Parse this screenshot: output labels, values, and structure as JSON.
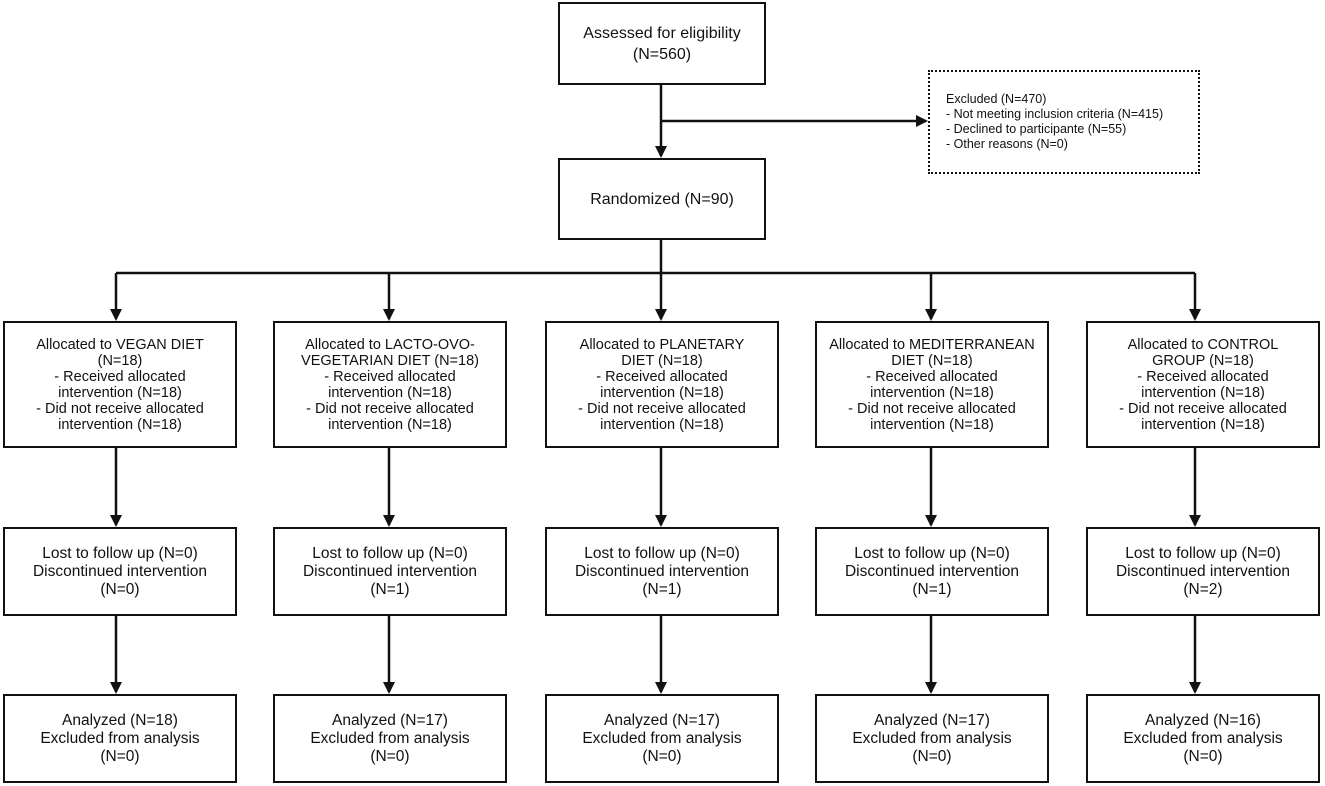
{
  "eligibility": {
    "line1": "Assessed for eligibility",
    "line2": "(N=560)"
  },
  "excluded": {
    "lines": [
      "Excluded (N=470)",
      "- Not meeting inclusion criteria (N=415)",
      "- Declined to participante (N=55)",
      "- Other reasons (N=0)"
    ]
  },
  "randomized": {
    "label": "Randomized (N=90)"
  },
  "arms": [
    {
      "allocation": [
        "Allocated to VEGAN DIET",
        "(N=18)",
        "- Received allocated",
        "intervention (N=18)",
        "- Did not receive allocated",
        "intervention (N=18)"
      ],
      "follow_up": [
        "Lost to follow up (N=0)",
        "Discontinued intervention",
        "(N=0)"
      ],
      "analysis": [
        "Analyzed (N=18)",
        "Excluded from analysis",
        "(N=0)"
      ]
    },
    {
      "allocation": [
        "Allocated to LACTO-OVO-",
        "VEGETARIAN  DIET (N=18)",
        "- Received allocated",
        "intervention (N=18)",
        "- Did not receive allocated",
        "intervention (N=18)"
      ],
      "follow_up": [
        "Lost to follow up (N=0)",
        "Discontinued intervention",
        "(N=1)"
      ],
      "analysis": [
        "Analyzed (N=17)",
        "Excluded from analysis",
        "(N=0)"
      ]
    },
    {
      "allocation": [
        "Allocated to PLANETARY",
        "DIET (N=18)",
        "- Received allocated",
        "intervention (N=18)",
        "- Did not receive allocated",
        "intervention (N=18)"
      ],
      "follow_up": [
        "Lost to follow up (N=0)",
        "Discontinued intervention",
        "(N=1)"
      ],
      "analysis": [
        "Analyzed (N=17)",
        "Excluded from analysis",
        "(N=0)"
      ]
    },
    {
      "allocation": [
        "Allocated to MEDITERRANEAN",
        "DIET (N=18)",
        "- Received allocated",
        "intervention (N=18)",
        "- Did not receive allocated",
        "intervention (N=18)"
      ],
      "follow_up": [
        "Lost to follow up (N=0)",
        "Discontinued intervention",
        "(N=1)"
      ],
      "analysis": [
        "Analyzed (N=17)",
        "Excluded from analysis",
        "(N=0)"
      ]
    },
    {
      "allocation": [
        "Allocated to CONTROL",
        "GROUP (N=18)",
        "- Received allocated",
        "intervention (N=18)",
        "- Did not receive allocated",
        "intervention (N=18)"
      ],
      "follow_up": [
        "Lost to follow up (N=0)",
        "Discontinued intervention",
        "(N=2)"
      ],
      "analysis": [
        "Analyzed (N=16)",
        "Excluded from analysis",
        "(N=0)"
      ]
    }
  ]
}
